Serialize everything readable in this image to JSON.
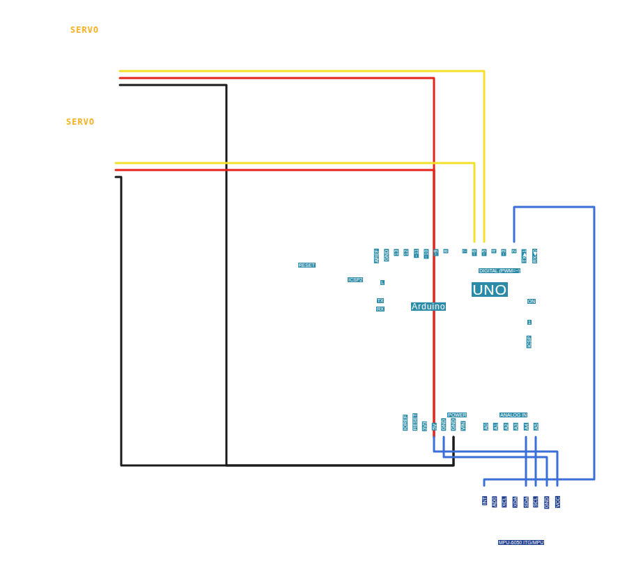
{
  "diagram": {
    "nodes": [
      {
        "text": [
          "SERVO"
        ]
      },
      {
        "text": [
          "SERVO"
        ]
      },
      {
        "text": [
          "UNO",
          "Arduino"
        ]
      },
      {
        "text": [
          "MPU-6050 ITG/MPU"
        ]
      }
    ],
    "edges": [
      {
        "from": 0,
        "to": 2,
        "arrow": "none"
      },
      {
        "from": 0,
        "to": 2,
        "arrow": "none"
      },
      {
        "from": 0,
        "to": 2,
        "arrow": "none"
      },
      {
        "from": 1,
        "to": 2,
        "arrow": "none"
      },
      {
        "from": 1,
        "to": 2,
        "arrow": "none"
      },
      {
        "from": 1,
        "to": 2,
        "arrow": "none"
      },
      {
        "from": 3,
        "to": 2,
        "arrow": "none"
      },
      {
        "from": 3,
        "to": 2,
        "arrow": "none"
      },
      {
        "from": 3,
        "to": 2,
        "arrow": "none"
      },
      {
        "from": 3,
        "to": 2,
        "arrow": "none"
      },
      {
        "from": 3,
        "to": 2,
        "arrow": "none"
      }
    ],
    "labels": [
      "RESET",
      "ICSP2",
      "AREF",
      "GND",
      "13",
      "12",
      "~11",
      "~10",
      "~9",
      "8",
      "7",
      "~6",
      "~5",
      "4",
      "~3",
      "2",
      "TX▶1",
      "RX◀0",
      "DIGITAL (PWM=~)",
      "L",
      "TX",
      "RX",
      "ON",
      "1",
      "ICSP",
      "IOREF",
      "RESET",
      "3V3",
      "5V",
      "GND",
      "GND",
      "VIN",
      "POWER",
      "ANALOG IN",
      "A0",
      "A1",
      "A2",
      "A3",
      "A4",
      "A5",
      "INT",
      "AD0",
      "XCL",
      "XDA",
      "SDA",
      "SCL",
      "GND",
      "VCC"
    ]
  }
}
